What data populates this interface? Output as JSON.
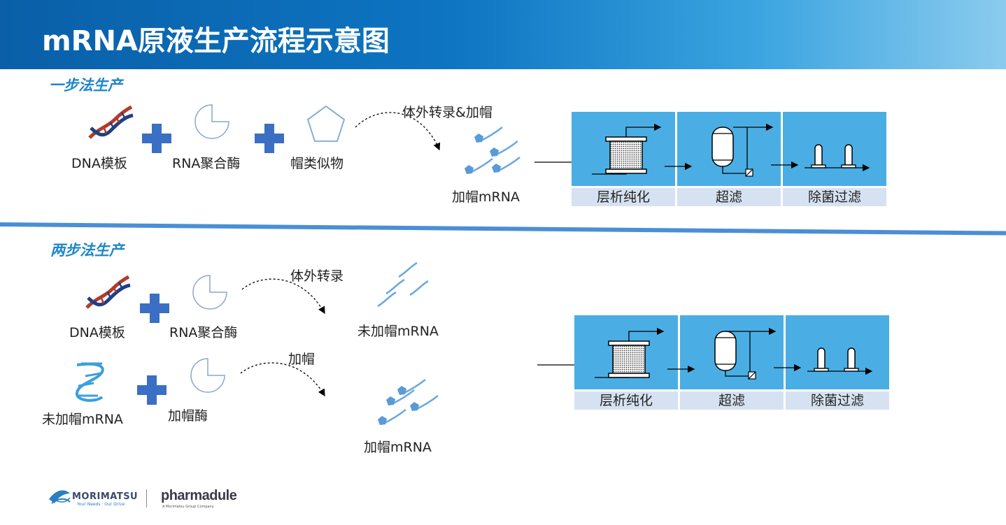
{
  "header": {
    "title": "mRNA原液生产流程示意图"
  },
  "one_step": {
    "title": "一步法生产",
    "dna_label": "DNA模板",
    "rnap_label": "RNA聚合酶",
    "cap_analog_label": "帽类似物",
    "arrow_label": "体外转录&加帽",
    "product_label": "加帽mRNA",
    "steps": [
      "层析纯化",
      "超滤",
      "除菌过滤"
    ]
  },
  "two_step": {
    "title": "两步法生产",
    "dna_label": "DNA模板",
    "rnap_label": "RNA聚合酶",
    "ivt_label": "体外转录",
    "uncapped_product_label": "未加帽mRNA",
    "uncapped_input_label": "未加帽mRNA",
    "capping_enzyme_label": "加帽酶",
    "capping_label": "加帽",
    "product_label": "加帽mRNA",
    "steps": [
      "层析纯化",
      "超滤",
      "除菌过滤"
    ]
  },
  "footer": {
    "morimatsu_name": "MORIMATSU",
    "morimatsu_slogan": "Your Needs · Our Drive",
    "pharmadule_name": "pharmadule",
    "pharmadule_sub": "A Morimatsu Group Company"
  },
  "colors": {
    "header_start": "#0a5fa8",
    "header_end": "#8bcbee",
    "plus": "#3a6fc4",
    "process_box": "#4aaee4",
    "step_label_bg": "#d6e2f1",
    "section_title": "#1f86c8",
    "mrna_strand": "#6aa9e0",
    "dna_red": "#b33a2a",
    "dna_blue": "#1f3f86"
  }
}
